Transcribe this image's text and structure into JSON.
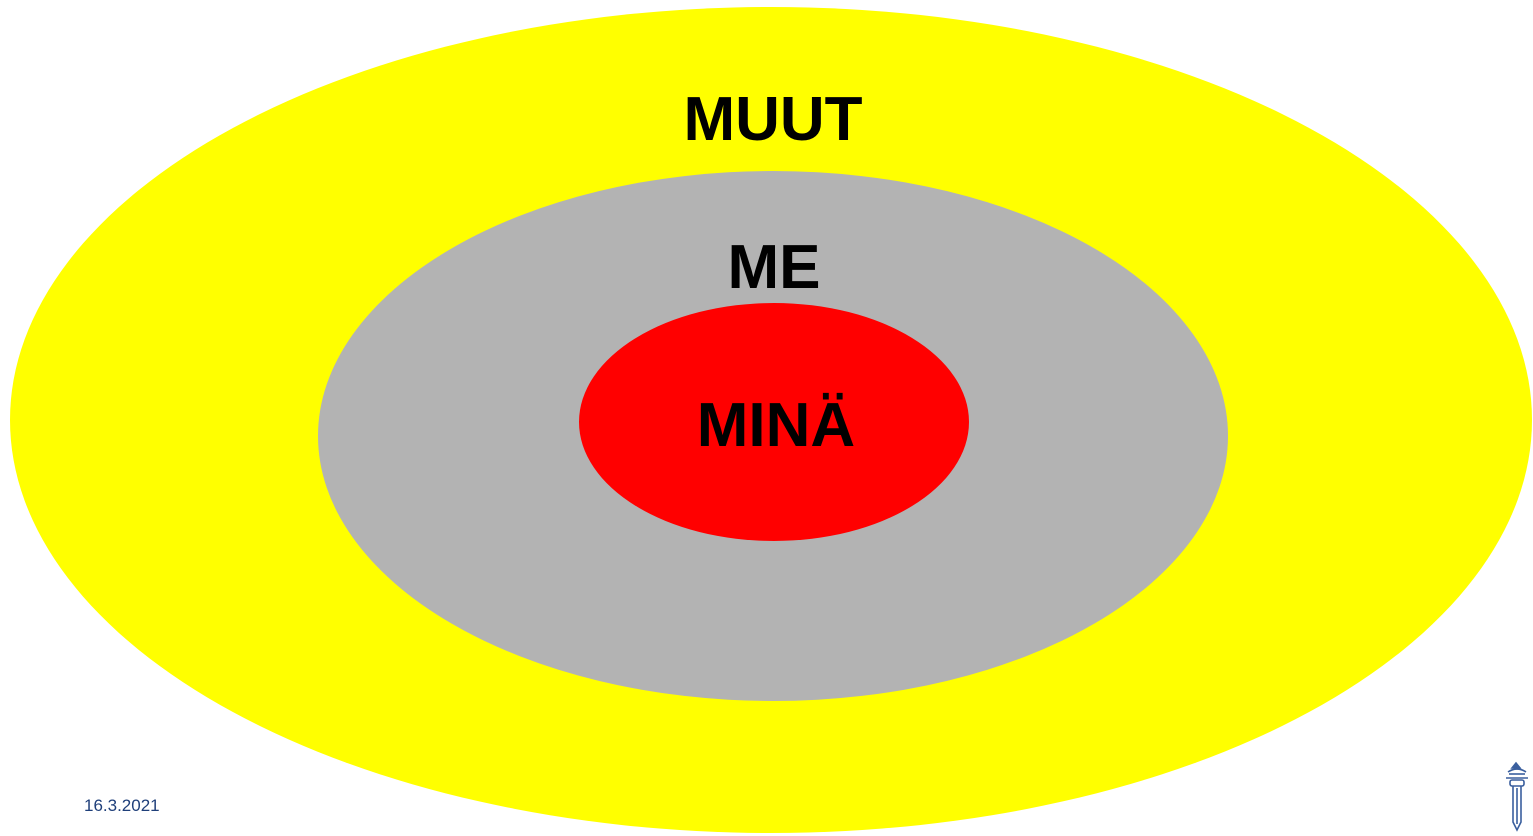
{
  "diagram": {
    "outer": {
      "label": "MUUT",
      "color": "#ffff00"
    },
    "middle": {
      "label": "ME",
      "color": "#b3b3b3"
    },
    "inner": {
      "label": "MINÄ",
      "color": "#ff0000"
    }
  },
  "footer": {
    "date": "16.3.2021",
    "logo_icon": "coat-of-arms-sword-icon",
    "text_color": "#1f3f7a"
  }
}
